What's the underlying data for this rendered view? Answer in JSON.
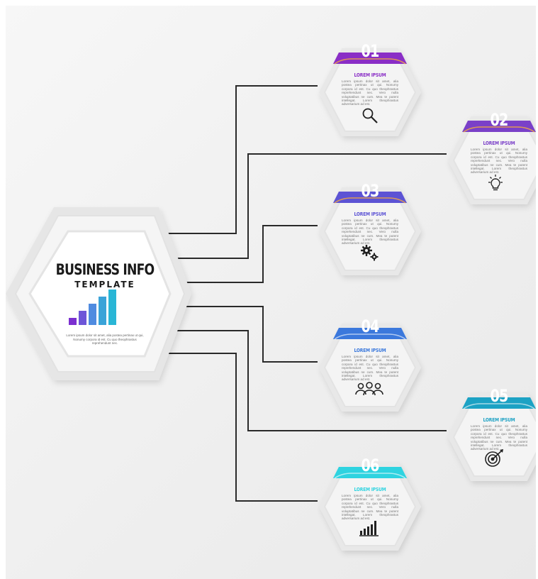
{
  "center": {
    "title": "BUSINESS INFO",
    "subtitle": "TEMPLATE",
    "description": "Lorem ipsum dolor sit amet, alia postea pertinax ut qui, Nonumy corpora id est. Cu quo theophrastus reprehendunt nec.",
    "bars_colors": [
      "#7b2fd0",
      "#6d55d8",
      "#4f8be0",
      "#3aa3d8",
      "#29b6d6"
    ]
  },
  "nodes": [
    {
      "number": "01",
      "heading": "LOREM IPSUM",
      "color": "#8a2ec6",
      "icon": "magnifier-icon",
      "body": "Lorem ipsum dolor sit amet, alia postea pertinax ut qui. Nonumy corpora id est. Cu quo theophrastus reprehendunt nec. Vero nulla voluptatibus ne cum. Mea te putent intellegat. Lorem theophrastus adversarium ad est."
    },
    {
      "number": "02",
      "heading": "LOREM IPSUM",
      "color": "#7a3fc8",
      "icon": "lightbulb-icon",
      "body": "Lorem ipsum dolor sit amet, alia postea pertinax ut qui. Nonumy corpora id est. Cu quo theophrastus reprehendunt nec. Vero nulla voluptatibus ne cum. Mea te putent intellegat. Lorem theophrastus adversarium ad est."
    },
    {
      "number": "03",
      "heading": "LOREM IPSUM",
      "color": "#5b52d4",
      "icon": "gears-icon",
      "body": "Lorem ipsum dolor sit amet, alia postea pertinax ut qui. Nonumy corpora id est. Cu quo theophrastus reprehendunt nec. Vero nulla voluptatibus ne cum. Mea te putent intellegat. Lorem theophrastus adversarium ad est."
    },
    {
      "number": "04",
      "heading": "LOREM IPSUM",
      "color": "#3a78dc",
      "icon": "people-icon",
      "body": "Lorem ipsum dolor sit amet, alia postea pertinax ut qui. Nonumy corpora id est. Cu quo theophrastus reprehendunt nec. Vero nulla voluptatibus ne cum. Mea te putent intellegat. Lorem theophrastus adversarium ad est."
    },
    {
      "number": "05",
      "heading": "LOREM IPSUM",
      "color": "#1fa2c4",
      "icon": "target-icon",
      "body": "Lorem ipsum dolor sit amet, alia postea pertinax ut qui. Nonumy corpora id est. Cu quo theophrastus reprehendunt nec. Vero nulla voluptatibus ne cum. Mea te putent intellegat. Lorem theophrastus adversarium ad est."
    },
    {
      "number": "06",
      "heading": "LOREM IPSUM",
      "color": "#2ed3e0",
      "icon": "bar-chart-icon",
      "body": "Lorem ipsum dolor sit amet, alia postea pertinax ut qui. Nonumy corpora id est. Cu quo theophrastus reprehendunt nec. Vero nulla voluptatibus ne cum. Mea te putent intellegat. Lorem theophrastus adversarium ad est."
    }
  ],
  "colors": {
    "connector": "#2a2a2a",
    "hex_fill": "#f3f3f3",
    "hex_shadow": "#d9d9d9"
  }
}
